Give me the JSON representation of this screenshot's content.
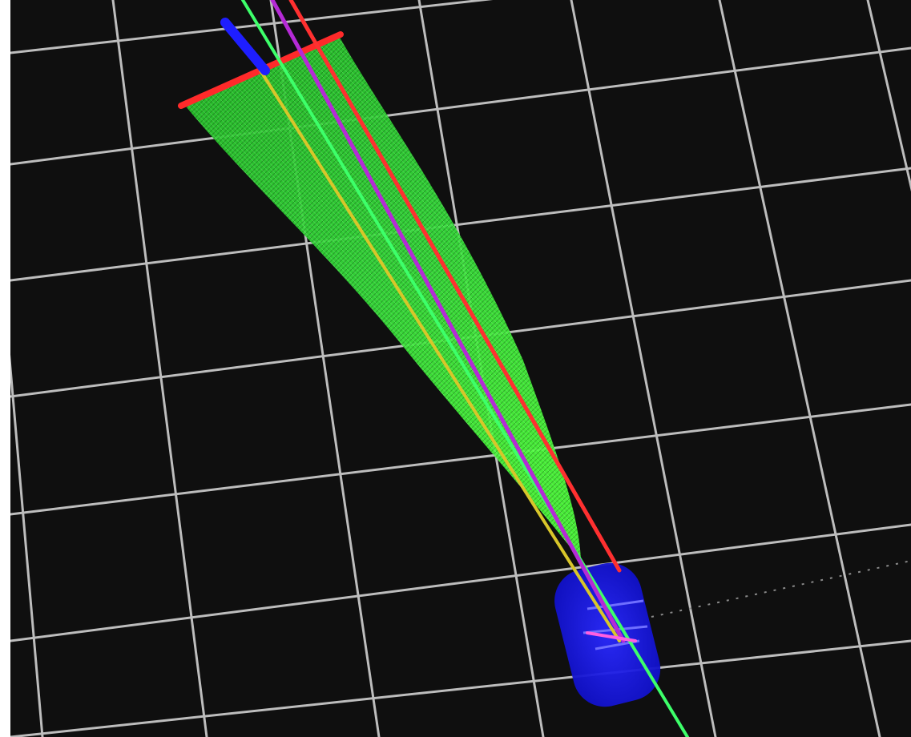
{
  "viewer": {
    "background_color": "#0f0f0f",
    "grid_color": "#bdbdbd",
    "grid": true
  },
  "markers": {
    "vehicle": {
      "color": "#1a14ff"
    },
    "sensor_fan": {
      "color": "#2aff2a",
      "edge_color": "#ff2a2a"
    },
    "rays": [
      {
        "name": "green",
        "color": "#3dff6a"
      },
      {
        "name": "yellow",
        "color": "#d8c62a"
      },
      {
        "name": "magenta",
        "color": "#b52ad6"
      },
      {
        "name": "red",
        "color": "#ff3030"
      },
      {
        "name": "blue",
        "color": "#1e1eff"
      }
    ]
  }
}
